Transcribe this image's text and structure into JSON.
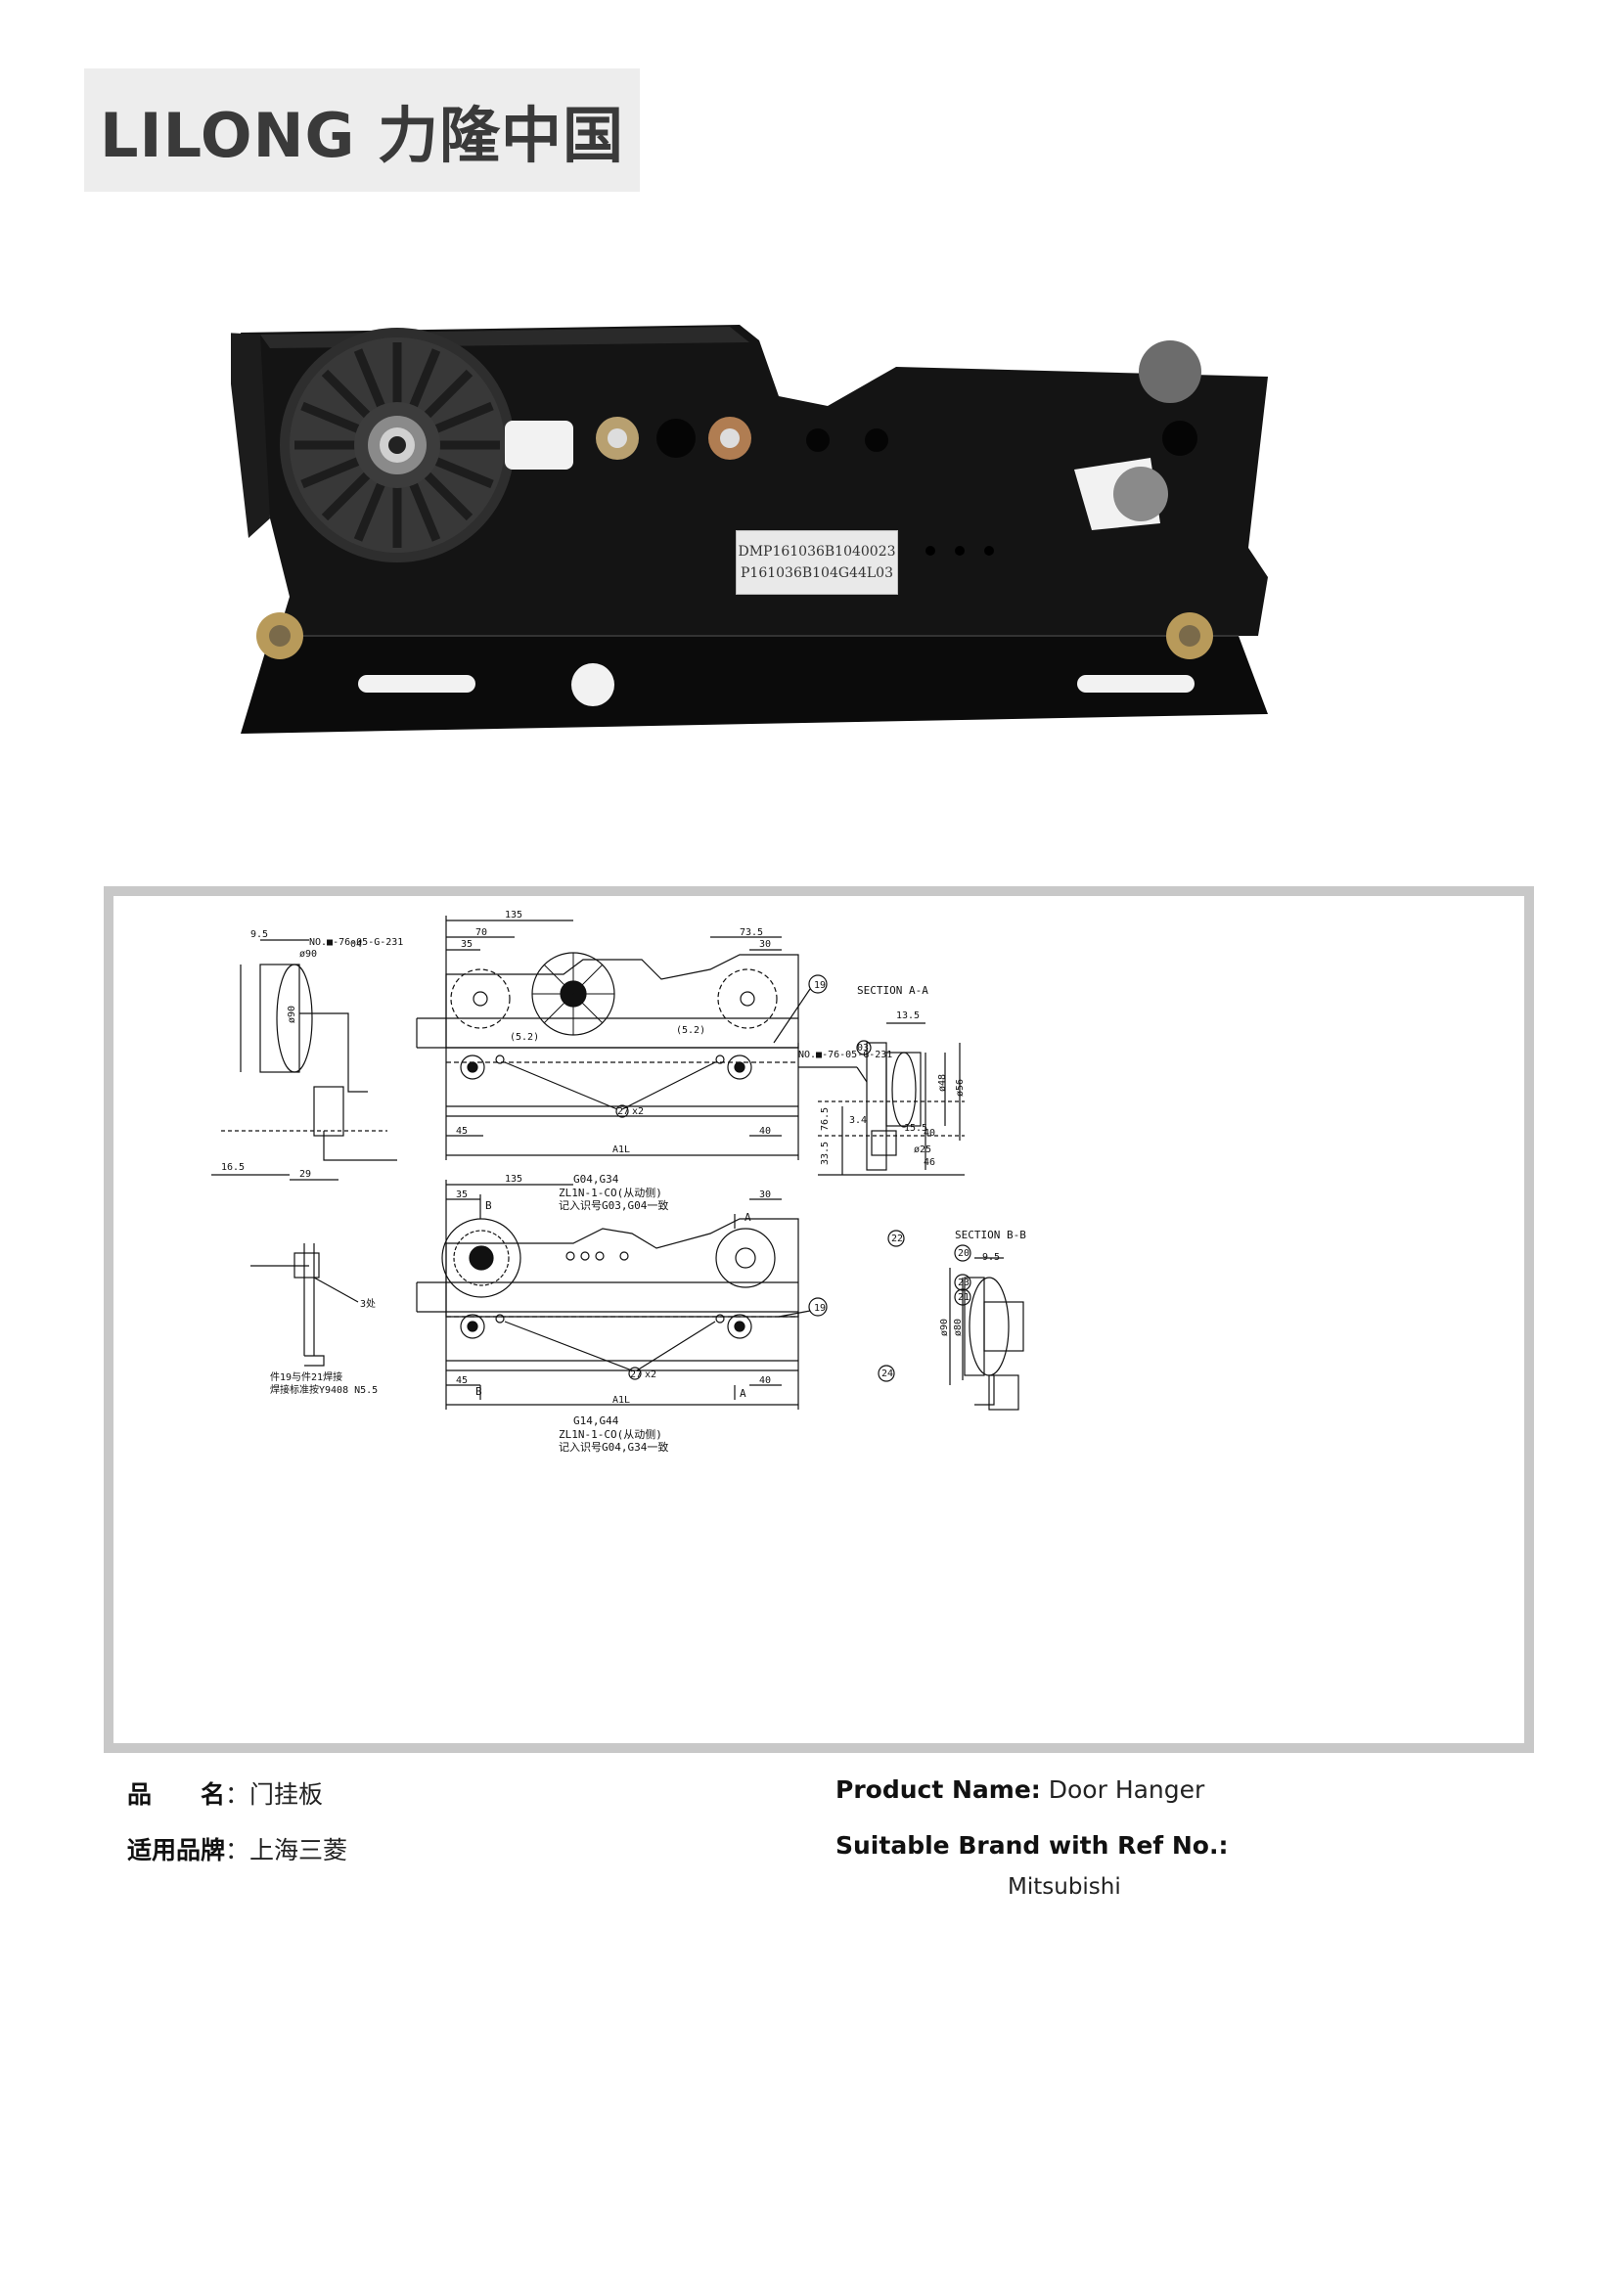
{
  "header": {
    "logo_text": "LILONG 力隆中国"
  },
  "photo": {
    "label_line1": "DMP161036B1040023",
    "label_line2": "P161036B104G44L03"
  },
  "drawing": {
    "top": {
      "dims": [
        "135",
        "70",
        "35",
        "73.5",
        "30",
        "45",
        "40",
        "A1L",
        "9.5",
        "16.5",
        "29",
        "(5.2)",
        "(5.2)"
      ],
      "callouts": [
        "04",
        "19",
        "27",
        "x2"
      ],
      "caption_model": "G04,G34",
      "caption_line2": "ZL1N-1-CO(从动侧)",
      "caption_line3": "记入识号G03,G04一致"
    },
    "section_a": {
      "title": "SECTION A-A",
      "dims": [
        "13.5",
        "ø48",
        "ø56",
        "76.5",
        "3.4",
        "15.5",
        "40",
        "ø25",
        "33.5",
        "46"
      ],
      "callout": "03",
      "note_line1": "NO.■-76-05-G-231"
    },
    "left_note": {
      "line1": "NO.■-76-05-G-231",
      "dim_dia": "ø90"
    },
    "bottom": {
      "dims": [
        "135",
        "35",
        "30",
        "45",
        "40",
        "A1L"
      ],
      "markers": [
        "B",
        "A",
        "B",
        "A"
      ],
      "callouts": [
        "19",
        "27",
        "x2"
      ],
      "caption_model": "G14,G44",
      "caption_line2": "ZL1N-1-CO(从动侧)",
      "caption_line3": "记入识号G04,G34一致"
    },
    "section_b": {
      "title": "SECTION B-B",
      "dims": [
        "9.5",
        "ø90",
        "ø80"
      ],
      "callouts": [
        "22",
        "20",
        "23",
        "21",
        "24"
      ]
    },
    "left_bottom_note": {
      "line1": "件19与件21焊接",
      "line2": "焊接标准按Y9408 N5.5",
      "dim": "3处"
    }
  },
  "info": {
    "name_label_cn": "品　　名",
    "name_value_cn": "门挂板",
    "brand_label_cn": "适用品牌",
    "brand_value_cn": "上海三菱",
    "name_label_en": "Product Name:",
    "name_value_en": "Door Hanger",
    "brand_label_en": "Suitable Brand with Ref No.:",
    "brand_value_en": "Mitsubishi"
  }
}
